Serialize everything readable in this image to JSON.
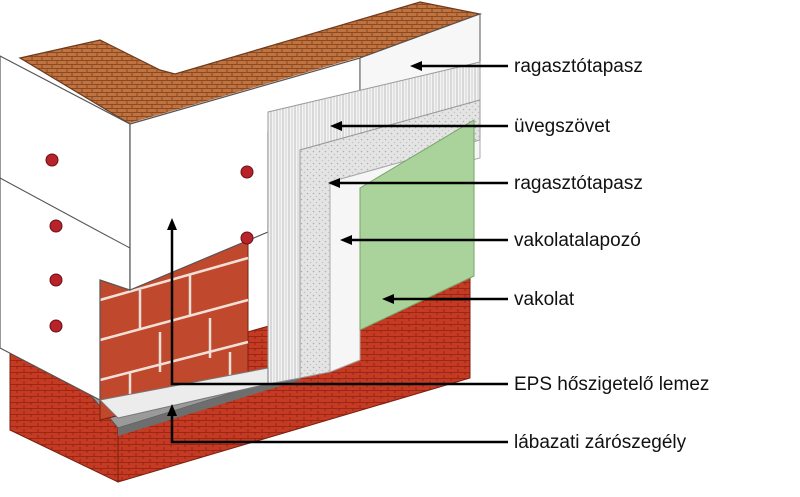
{
  "labels": {
    "l1": "ragasztótapasz",
    "l2": "üvegszövet",
    "l3": "ragasztótapasz",
    "l4": "vakolatalapozó",
    "l5": "vakolat",
    "l6": "EPS hőszigetelő lemez",
    "l7": "lábazati zárószegély"
  },
  "colors": {
    "brick_top": "#b06a3a",
    "brick_face": "#c63a22",
    "eps_panel": "#ffffff",
    "mesh": "#d8d8d8",
    "primer": "#f2f2f2",
    "render": "#a9d39a",
    "dowel": "#b8232a",
    "line": "#000000"
  }
}
